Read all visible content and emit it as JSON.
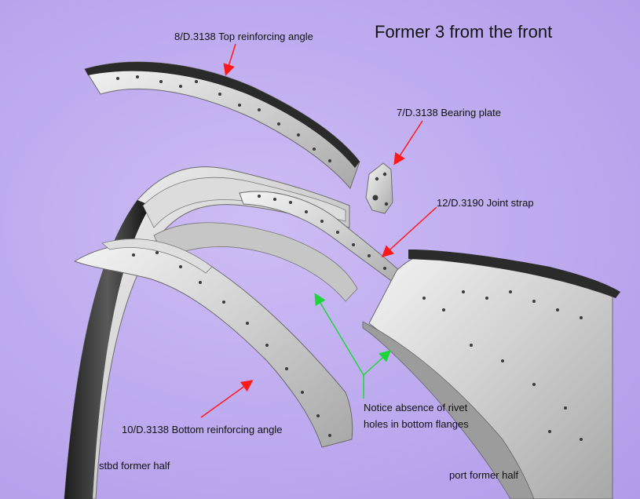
{
  "title": "Former 3 from the front",
  "labels": {
    "top_angle": "8/D.3138 Top reinforcing angle",
    "bearing_plate": "7/D.3138 Bearing plate",
    "joint_strap": "12/D.3190 Joint strap",
    "bottom_angle": "10/D.3138 Bottom reinforcing angle",
    "stbd_half": "stbd former half",
    "port_half": "port former half",
    "note": "Notice absence of rivet holes in bottom flanges"
  },
  "colors": {
    "background": "#bfadf0",
    "callout_red": "#ff1a1a",
    "callout_green": "#1fd63a",
    "metal": "#cfcfcf"
  }
}
